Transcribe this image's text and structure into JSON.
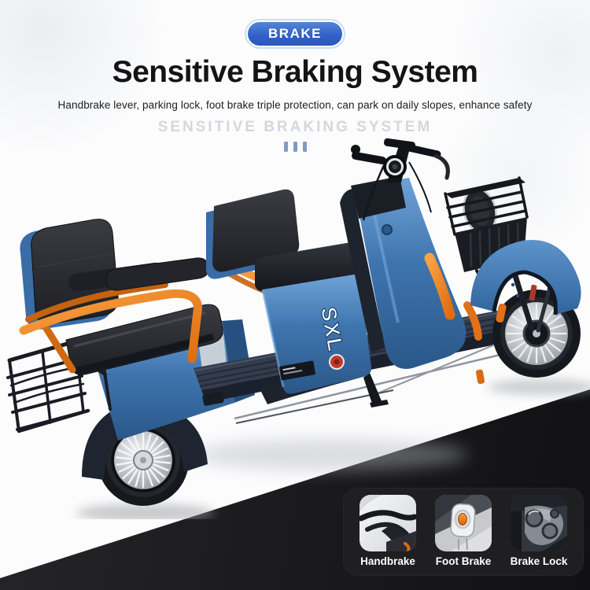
{
  "page": {
    "type": "product-feature-banner",
    "background_color": "#fcfcfd",
    "slope_color": "#1d1d20"
  },
  "badge": {
    "label": "BRAKE",
    "fill_color": "#3b6cc7",
    "ring_color": "#c9e0f2",
    "text_color": "#ffffff"
  },
  "headline": {
    "title": "Sensitive Braking System",
    "subtitle": "Handbrake lever, parking lock, foot brake triple protection, can park on daily slopes, enhance safety",
    "watermark": "SENSITIVE BRAKING SYSTEM"
  },
  "decoration": {
    "bar_count": 3,
    "bar_color": "#7d9cc3"
  },
  "product": {
    "kind": "electric-passenger-tricycle",
    "brand_label": "SXL",
    "body_color": "#4078b3",
    "accent_color": "#ef7c1d",
    "seat_color": "#2b2d32",
    "wheel_rim_color": "#d8dce0"
  },
  "feature_panel": {
    "background_color": "#1f1f22",
    "items": [
      {
        "label": "Handbrake",
        "image": "handbrake-lever-photo"
      },
      {
        "label": "Foot Brake",
        "image": "foot-brake-pedal-photo"
      },
      {
        "label": "Brake Lock",
        "image": "brake-lock-mechanism-photo"
      }
    ]
  }
}
